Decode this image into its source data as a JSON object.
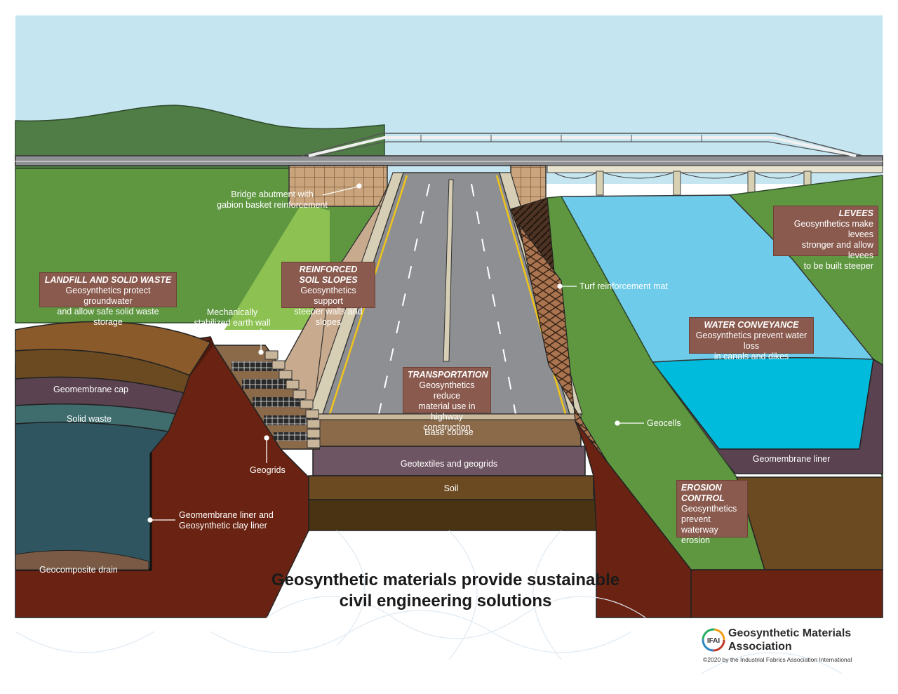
{
  "headline": {
    "line1": "Geosynthetic materials provide sustainable",
    "line2": "civil engineering solutions"
  },
  "callouts": {
    "landfill": {
      "title": "LANDFILL AND SOLID WASTE",
      "line1": "Geosynthetics protect groundwater",
      "line2": "and allow safe solid waste storage"
    },
    "slopes": {
      "title1": "REINFORCED",
      "title2": "SOIL SLOPES",
      "line1": "Geosynthetics support",
      "line2": "steeper walls and slopes"
    },
    "transportation": {
      "title": "TRANSPORTATION",
      "line1": "Geosynthetics reduce",
      "line2": "material use in",
      "line3": "highway construction"
    },
    "levees": {
      "title": "LEVEES",
      "line1": "Geosynthetics make levees",
      "line2": "stronger and allow levees",
      "line3": "to be built steeper"
    },
    "water": {
      "title": "WATER CONVEYANCE",
      "line1": "Geosynthetics prevent water loss",
      "line2": "in canals and dikes"
    },
    "erosion": {
      "title1": "EROSION",
      "title2": "CONTROL",
      "line1": "Geosynthetics",
      "line2": "prevent waterway",
      "line3": "erosion"
    }
  },
  "labels": {
    "abutment1": "Bridge abutment with",
    "abutment2": "gabion basket reinforcement",
    "mse1": "Mechanically",
    "mse2": "stabilized earth wall",
    "geomembrane_cap": "Geomembrane cap",
    "solid_waste": "Solid waste",
    "geogrids": "Geogrids",
    "liner1": "Geomembrane liner and",
    "liner2": "Geosynthetic clay liner",
    "geocomposite": "Geocomposite drain",
    "base_course": "Base course",
    "geotextiles": "Geotextiles and geogrids",
    "soil": "Soil",
    "turf": "Turf reinforcement mat",
    "geocells": "Geocells",
    "canal_liner": "Geomembrane liner"
  },
  "logo": {
    "mark": "IFAI",
    "name1": "Geosynthetic Materials",
    "name2": "Association",
    "copyright": "©2020 by the Industrial Fabrics Association International"
  },
  "colors": {
    "sky": "#c5e5f1",
    "hill": "#4f7d45",
    "grass": "#5f9741",
    "grass_light": "#8dc152",
    "earth": "#6a2312",
    "road": "#8e8f92",
    "water_light": "#6ecbea",
    "water_deep": "#00bbdc",
    "callout": "#8a5a4e",
    "waste": "#2f5560"
  },
  "icons": {
    "leader_dot": "leader-dot-icon",
    "logo_mark": "ifai-logo-icon"
  }
}
